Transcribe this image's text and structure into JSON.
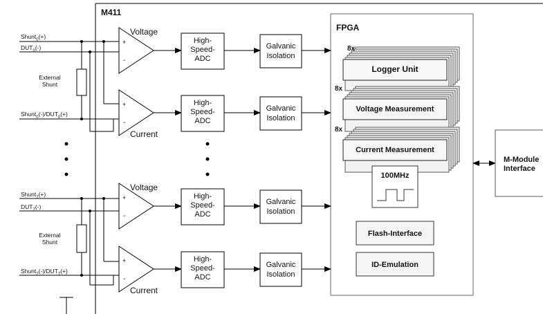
{
  "board": {
    "label": "M411"
  },
  "fpga": {
    "label": "FPGA"
  },
  "left_signals": {
    "shunt0_plus": {
      "base": "Shunt",
      "sub": "0",
      "suffix": "(+)"
    },
    "dut0_minus": {
      "base": "DUT",
      "sub": "0",
      "suffix": "(-)"
    },
    "shunt0_dut0": {
      "base1": "Shunt",
      "sub1": "0",
      "mid": "(-)/DUT",
      "sub2": "0",
      "suffix": "(+)"
    },
    "shunt7_plus": {
      "base": "Shunt",
      "sub": "7",
      "suffix": "(+)"
    },
    "dut7_minus": {
      "base": "DUT",
      "sub": "7",
      "suffix": "(-)"
    },
    "shunt7_dut7": {
      "base1": "Shunt",
      "sub1": "7",
      "mid": "(-)/DUT",
      "sub2": "7",
      "suffix": "(+)"
    }
  },
  "external_shunt": {
    "line1": "External",
    "line2": "Shunt"
  },
  "amplifiers": {
    "voltage": "Voltage",
    "current": "Current",
    "plus": "+",
    "minus": "-"
  },
  "adc": {
    "line1": "High-",
    "line2": "Speed-",
    "line3": "ADC"
  },
  "isolation": {
    "line1": "Galvanic",
    "line2": "Isolation"
  },
  "fpga_blocks": {
    "multiplier": "8x",
    "logger": "Logger Unit",
    "voltage_meas": "Voltage Measurement",
    "current_meas": "Current Measurement",
    "clock": "100MHz",
    "flash": "Flash-Interface",
    "id_emulation": "ID-Emulation"
  },
  "mmodule": {
    "line1": "M-Module",
    "line2": "Interface"
  }
}
